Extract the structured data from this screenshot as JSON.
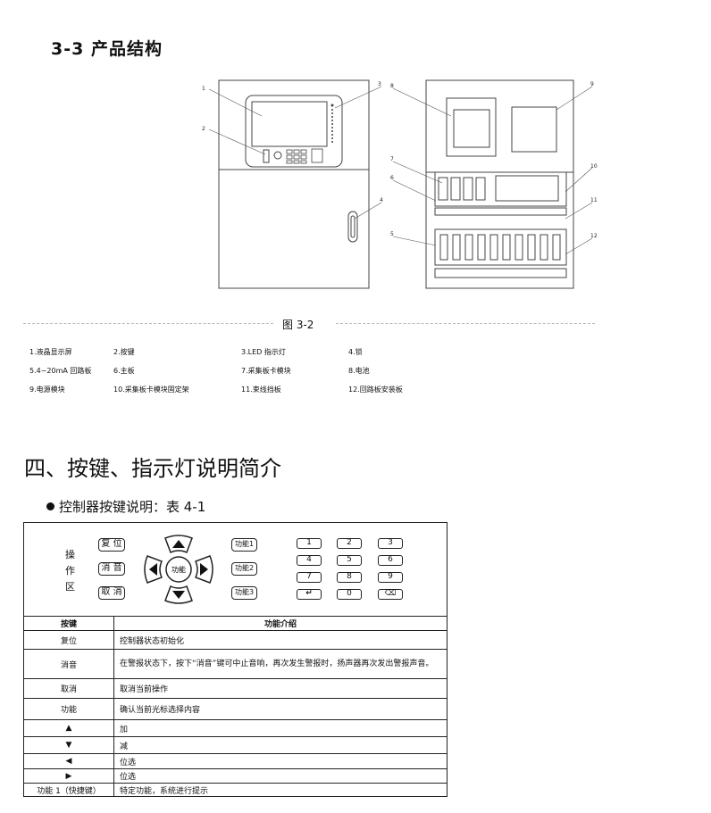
{
  "section_title": "3-3 产品结构",
  "figure": {
    "callouts": [
      "1",
      "2",
      "3",
      "4",
      "5",
      "6",
      "7",
      "8",
      "9",
      "10",
      "11",
      "12"
    ],
    "caption": "图 3-2",
    "legend": [
      "1.液晶显示屏",
      "2.按键",
      "3.LED 指示灯",
      "4.锁",
      "5.4~20mA 回路板",
      "6.主板",
      "7.采集板卡模块",
      "8.电池",
      "9.电源模块",
      "10.采集板卡模块固定架",
      "11.束线挡板",
      "12.回路板安装板"
    ]
  },
  "chapter_title": "四、按键、指示灯说明简介",
  "bullet_text": "控制器按键说明：表 4-1",
  "key_panel": {
    "zone_label": [
      "操",
      "作",
      "区"
    ],
    "left_buttons": [
      "复 位",
      "消 音",
      "取 消"
    ],
    "center_label": "功能",
    "arrows": [
      "▲",
      "▼",
      "◀",
      "▶"
    ],
    "function_buttons": [
      "功能1",
      "功能2",
      "功能3"
    ],
    "numpad": [
      "1",
      "2",
      "3",
      "4",
      "5",
      "6",
      "7",
      "8",
      "9",
      "↵",
      "0",
      "⌫"
    ]
  },
  "table": {
    "headers": [
      "按键",
      "功能介绍"
    ],
    "rows": [
      {
        "key": "复位",
        "desc": "控制器状态初始化"
      },
      {
        "key": "消音",
        "desc": "在警报状态下，按下“消音”键可中止音响，再次发生警报时，扬声器再次发出警报声音。"
      },
      {
        "key": "取消",
        "desc": "取消当前操作"
      },
      {
        "key": "功能",
        "desc": "确认当前光标选择内容"
      },
      {
        "key": "▲",
        "desc": "加"
      },
      {
        "key": "▼",
        "desc": "减"
      },
      {
        "key": "◀",
        "desc": "位选"
      },
      {
        "key": "▶",
        "desc": "位选"
      },
      {
        "key": "功能 1（快捷键）",
        "desc": "特定功能，系统进行提示"
      }
    ]
  }
}
